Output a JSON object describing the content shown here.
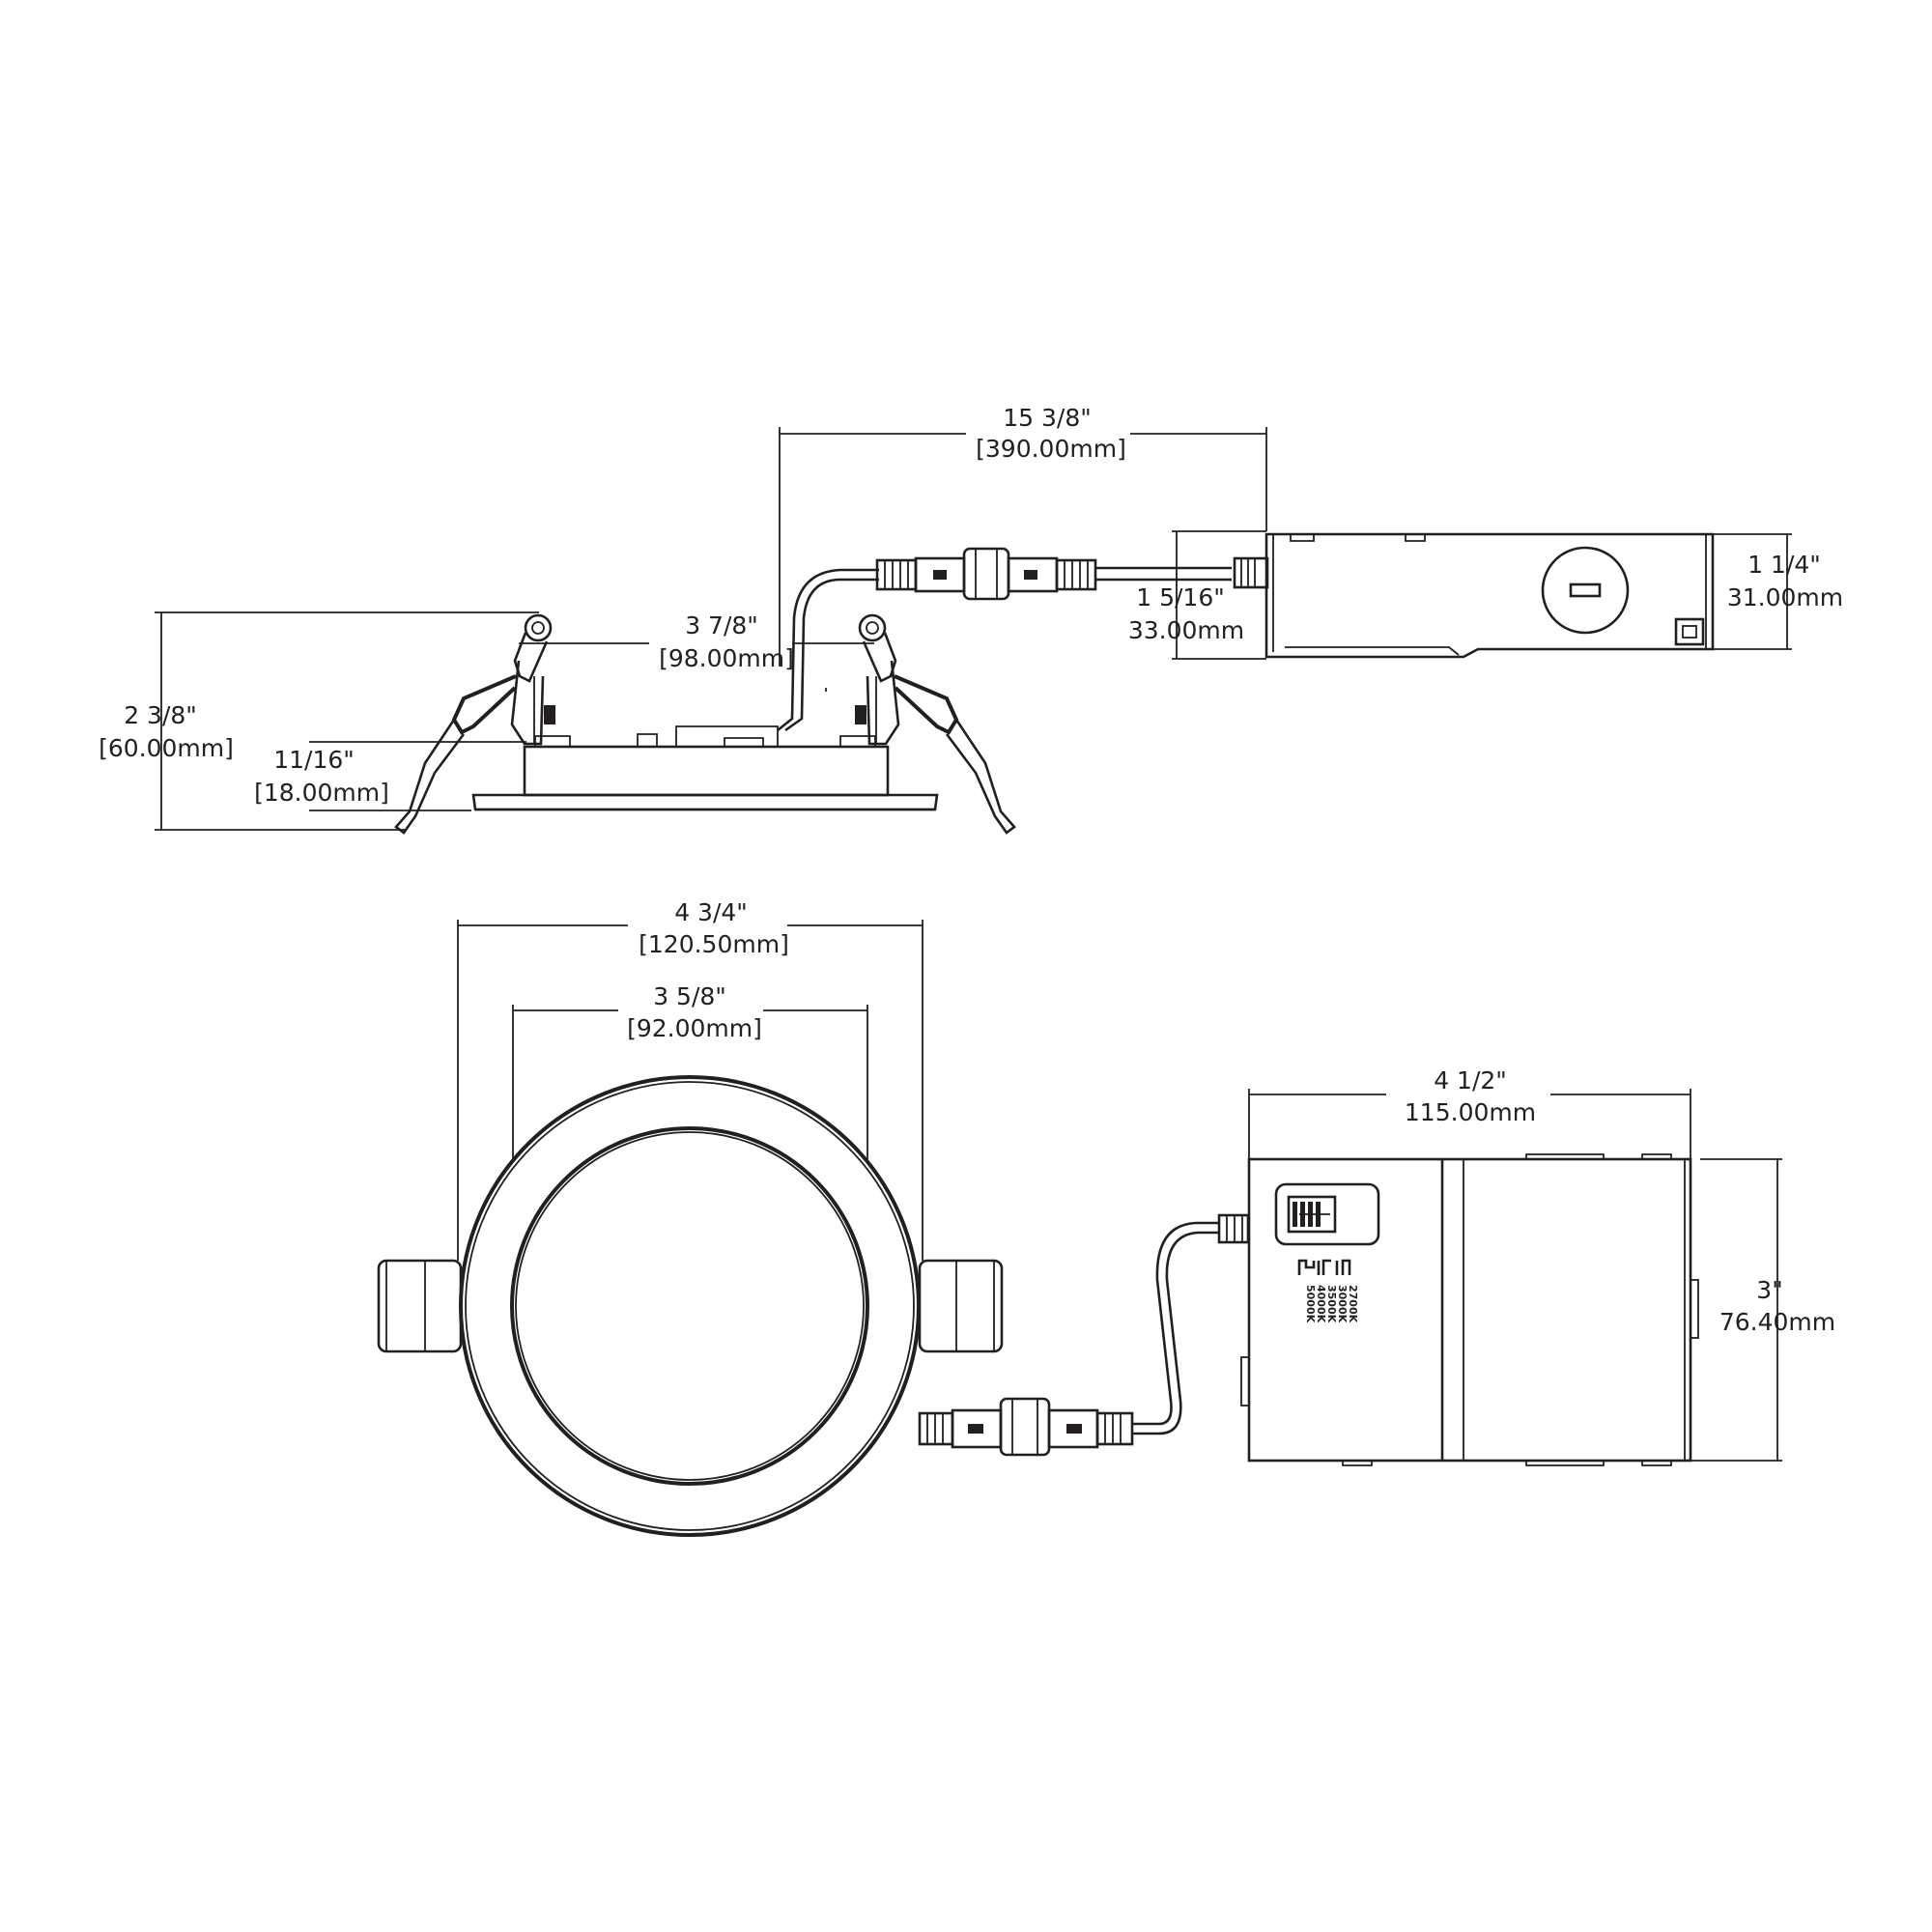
{
  "side_view": {
    "cable_length": {
      "imperial": "15 3/8\"",
      "metric": "[390.00mm]"
    },
    "frame_width": {
      "imperial": "3 7/8\"",
      "metric": "[98.00mm]"
    },
    "overall_height": {
      "imperial": "2 3/8\"",
      "metric": "[60.00mm]"
    },
    "housing_height": {
      "imperial": "11/16\"",
      "metric": "[18.00mm]"
    },
    "junction_box_height_a": {
      "imperial": "1 5/16\"",
      "metric": "33.00mm"
    },
    "junction_box_height_b": {
      "imperial": "1 1/4\"",
      "metric": "31.00mm"
    }
  },
  "top_view": {
    "trim_diameter": {
      "imperial": "4 3/4\"",
      "metric": "[120.50mm]"
    },
    "cutout_diameter": {
      "imperial": "3 5/8\"",
      "metric": "[92.00mm]"
    },
    "junction_box_length": {
      "imperial": "4 1/2\"",
      "metric": "115.00mm"
    },
    "junction_box_width": {
      "imperial": "3\"",
      "metric": "76.40mm"
    },
    "cct_options": [
      "5000K",
      "4000K",
      "3500K",
      "3000K",
      "2700K"
    ]
  }
}
